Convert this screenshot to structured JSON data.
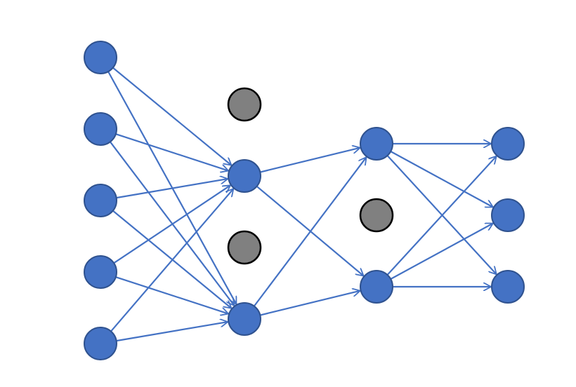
{
  "diagram": {
    "type": "neural-network-dropout",
    "colors": {
      "active_fill": "#4472C4",
      "active_stroke": "#2F528F",
      "dropped_fill": "#808080",
      "dropped_stroke": "#000000",
      "edge": "#4472C4",
      "background": "#FFFFFF"
    },
    "layers": [
      {
        "id": "input",
        "neurons": [
          "active",
          "active",
          "active",
          "active",
          "active"
        ]
      },
      {
        "id": "hidden-1",
        "neurons": [
          "dropped",
          "active",
          "dropped",
          "active"
        ]
      },
      {
        "id": "hidden-2",
        "neurons": [
          "active",
          "dropped",
          "active"
        ]
      },
      {
        "id": "output",
        "neurons": [
          "active",
          "active",
          "active"
        ]
      }
    ],
    "connections": "fully-connected-between-active-neurons"
  }
}
